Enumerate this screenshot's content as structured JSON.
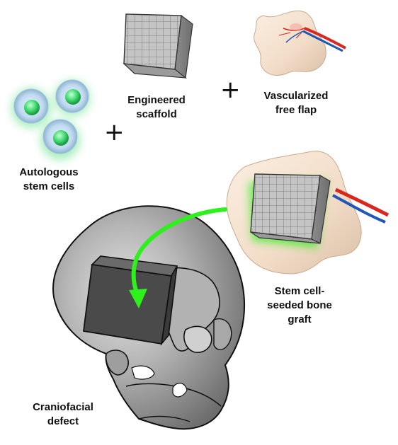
{
  "labels": {
    "stem_cells": [
      "Autologous",
      "stem cells"
    ],
    "scaffold": [
      "Engineered",
      "scaffold"
    ],
    "flap": [
      "Vascularized",
      "free flap"
    ],
    "graft": [
      "Stem cell-",
      "seeded bone",
      "graft"
    ],
    "defect": [
      "Craniofacial",
      "defect"
    ]
  },
  "operators": {
    "plus": "+"
  },
  "colors": {
    "cell_green": "#3fdc6f",
    "scaffold_grey": "#b8b8b8",
    "flap_skin": "#f6e2cf",
    "vessel_red": "#d9271e",
    "vessel_blue": "#1f56b8",
    "arrow_green": "#2ef01c",
    "skull_grey": "#8e8e8e",
    "defect_dark": "#4a4a4a"
  }
}
